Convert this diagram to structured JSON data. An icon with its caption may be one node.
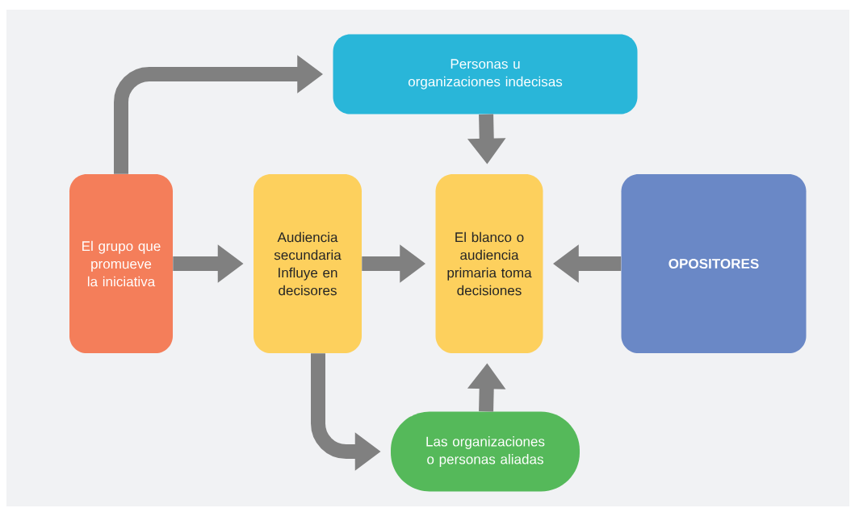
{
  "diagram": {
    "nodes": [
      {
        "text": [
          "Personas u organizaciones indecisas"
        ]
      },
      {
        "text": [
          "El grupo que promueve la iniciativa"
        ]
      },
      {
        "text": [
          "Audiencia secundaria Influye en decisores"
        ]
      },
      {
        "text": [
          "El blanco o audiencia primaria toma decisiones"
        ]
      },
      {
        "text": [
          "OPOSITORES"
        ]
      },
      {
        "text": [
          "Las organizaciones o personas aliadas"
        ]
      }
    ],
    "edges": [
      {
        "from": 1,
        "to": 0,
        "arrow": "to"
      },
      {
        "from": 1,
        "to": 2,
        "arrow": "to"
      },
      {
        "from": 2,
        "to": 3,
        "arrow": "to"
      },
      {
        "from": 4,
        "to": 3,
        "arrow": "to"
      },
      {
        "from": 0,
        "to": 3,
        "arrow": "to"
      },
      {
        "from": 5,
        "to": 3,
        "arrow": "to"
      },
      {
        "from": 2,
        "to": 5,
        "arrow": "to"
      }
    ]
  }
}
